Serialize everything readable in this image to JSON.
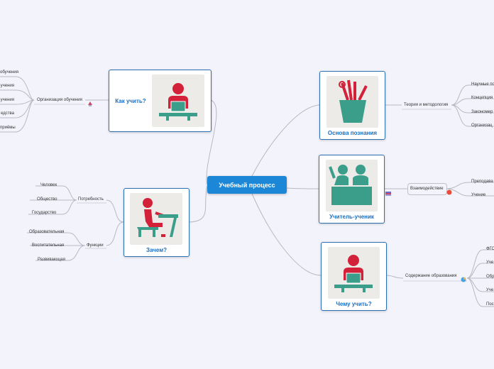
{
  "central": "Учебный процесс",
  "topics": {
    "how": "Как учить?",
    "why": "Зачем?",
    "basis": "Основа познания",
    "teacher_student": "Учитель-ученик",
    "what": "Чему учить?"
  },
  "subtopics": {
    "organization": "Организация обучения",
    "need": "Потребность",
    "functions": "Функции",
    "theory": "Теория и методология",
    "interaction": "Взаимодействие",
    "content": "Содержание образования"
  },
  "leaves": {
    "organization": [
      "обучения",
      "учения",
      "учения",
      "едства",
      "приёмы"
    ],
    "need": [
      "Человек",
      "Общество",
      "Государство"
    ],
    "functions": [
      "Образовательная",
      "Воспитательная",
      "Развивающая"
    ],
    "theory": [
      "Научные по",
      "Концепция",
      "Закономер",
      "Организац"
    ],
    "interaction": [
      "Преподава",
      "Учение"
    ],
    "content": [
      "ФГО",
      "Уче",
      "Обр",
      "Уче",
      "Пос"
    ]
  },
  "colors": {
    "background": "#f3f4fb",
    "central": "#1b87d6",
    "topic_border": "#2c6fb3",
    "topic_text": "#1a6fc4",
    "figure_red": "#d3213a",
    "figure_green": "#3b9e8b",
    "link": "#b8b8c4"
  }
}
